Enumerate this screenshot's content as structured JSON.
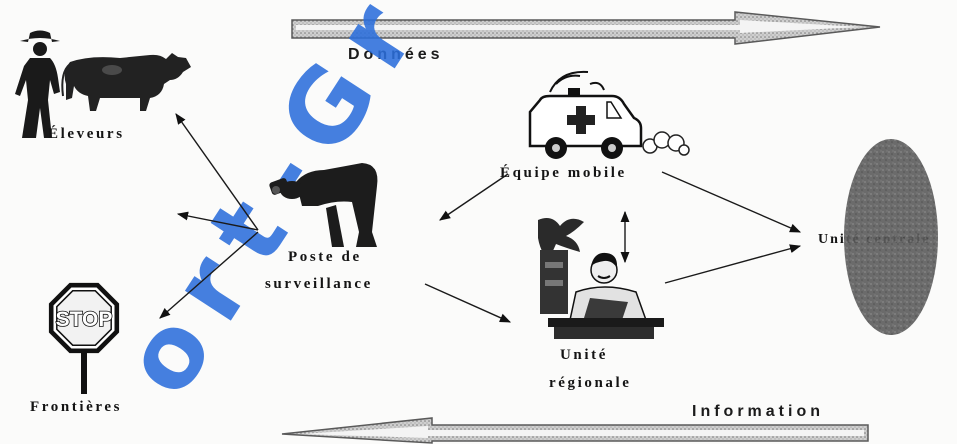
{
  "flows": {
    "top_label": "Données",
    "bottom_label": "Information"
  },
  "nodes": {
    "eleveurs": {
      "label": "Éleveurs",
      "icon": "farmer-and-cow-icon"
    },
    "poste": {
      "label_line1": "Poste de",
      "label_line2": "surveillance",
      "icon": "binoculars-observer-icon"
    },
    "equipe_mobile": {
      "label": "Équipe mobile",
      "icon": "ambulance-icon"
    },
    "unite_regionale": {
      "label_line1": "Unité",
      "label_line2": "régionale",
      "icon": "office-worker-icon"
    },
    "unite_centrale": {
      "label": "Unité centrale",
      "shape": "ellipse"
    },
    "frontieres": {
      "label": "Frontières",
      "icon": "stop-sign-icon",
      "sign_text": "STOP"
    }
  },
  "watermark": {
    "text": "ort-Gr",
    "color": "#2c6fdc"
  },
  "colors": {
    "ink": "#1a1a1a",
    "block_arrow_fill": "#c6c6c6",
    "central_unit_fill": "#5b5b5b"
  }
}
